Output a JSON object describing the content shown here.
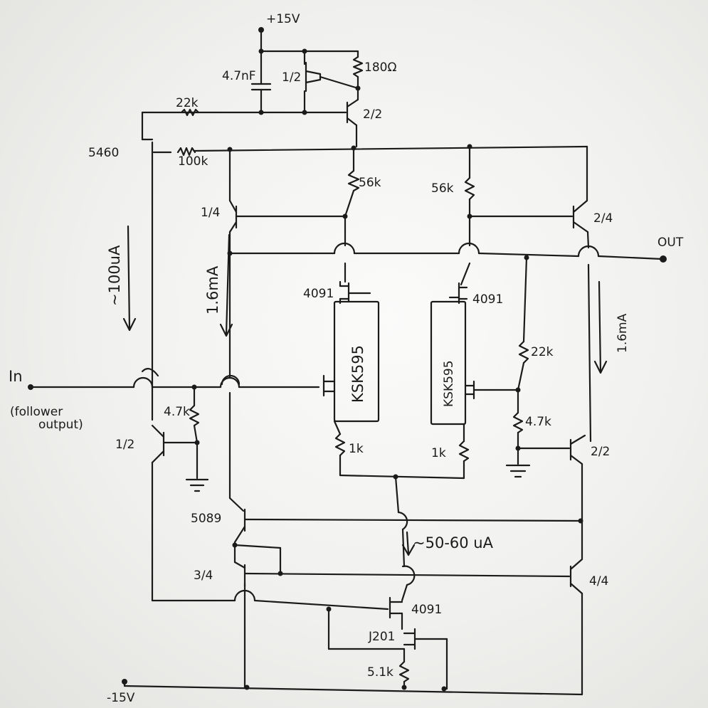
{
  "labels": {
    "supply_pos": "+15V",
    "supply_neg": "-15V",
    "out": "OUT",
    "in": "In",
    "in_note_1": "(follower",
    "in_note_2": "output)",
    "r_180": "180Ω",
    "c_47": "4.7nF",
    "q_top_half": "1/2",
    "q_top_2_2": "2/2",
    "r_22k_top": "22k",
    "r_100k": "100k",
    "q_5460": "5460",
    "r_56k_left": "56k",
    "r_56k_right": "56k",
    "q_1_4": "1/4",
    "q_2_4": "2/4",
    "cur_100ua": "~100uA",
    "cur_16ma_left": "1.6mA",
    "cur_16ma_right": "1.6mA",
    "q_4091_left": "4091",
    "q_4091_right": "4091",
    "q_ksk_left": "KSK595",
    "q_ksk_right": "KSK595",
    "r_22k_right": "22k",
    "r_47k_right": "4.7k",
    "r_47k_left": "4.7k",
    "q_half_left": "1/2",
    "r_1k_left": "1k",
    "r_1k_right": "1k",
    "q_2_2_right": "2/2",
    "q_5089": "5089",
    "cur_50_60": "~50-60 uA",
    "q_3_4": "3/4",
    "q_4_4": "4/4",
    "q_4091_bottom": "4091",
    "q_j201": "J201",
    "r_51k": "5.1k"
  }
}
